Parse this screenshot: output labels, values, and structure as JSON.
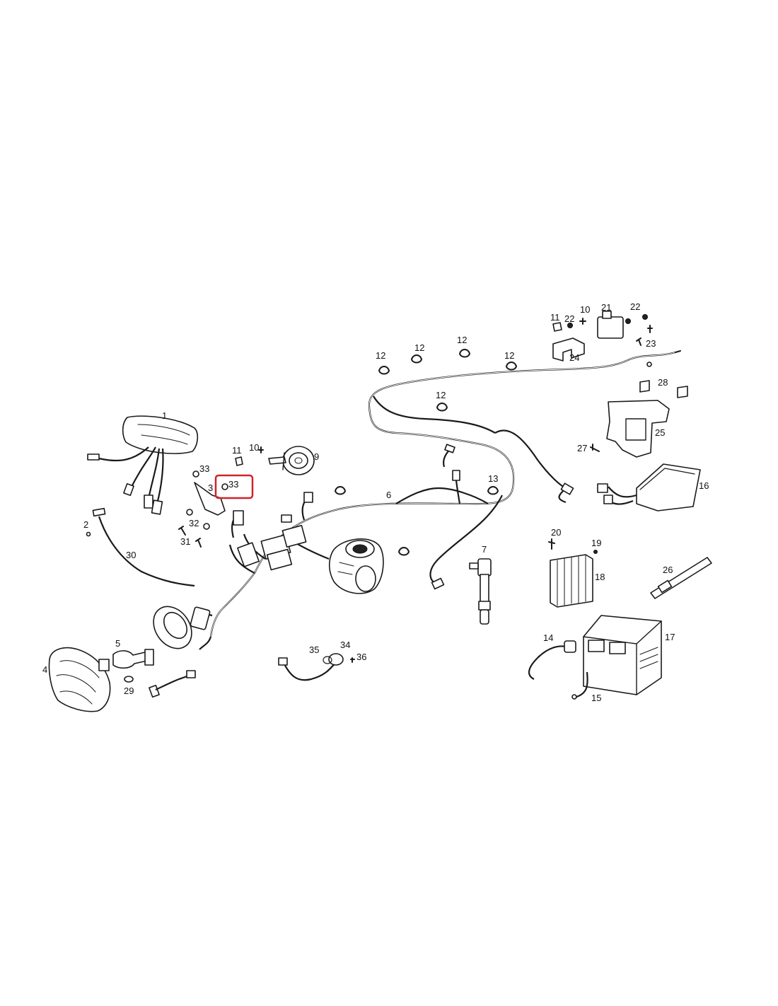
{
  "diagram": {
    "highlight_color": "#d0232a",
    "highlighted_callout": "33",
    "callouts": {
      "c1": "1",
      "c2": "2",
      "c3": "3",
      "c4": "4",
      "c5": "5",
      "c6": "6",
      "c7": "7",
      "c9": "9",
      "c10a": "10",
      "c10b": "10",
      "c11a": "11",
      "c11b": "11",
      "c12a": "12",
      "c12b": "12",
      "c12c": "12",
      "c12d": "12",
      "c12e": "12",
      "c13": "13",
      "c14": "14",
      "c15": "15",
      "c16": "16",
      "c17": "17",
      "c18": "18",
      "c19": "19",
      "c20": "20",
      "c21": "21",
      "c22a": "22",
      "c22b": "22",
      "c23": "23",
      "c24": "24",
      "c25": "25",
      "c26": "26",
      "c27": "27",
      "c28": "28",
      "c29": "29",
      "c30": "30",
      "c31": "31",
      "c32": "32",
      "c33a": "33",
      "c33b": "33",
      "c34": "34",
      "c35": "35",
      "c36": "36"
    }
  }
}
